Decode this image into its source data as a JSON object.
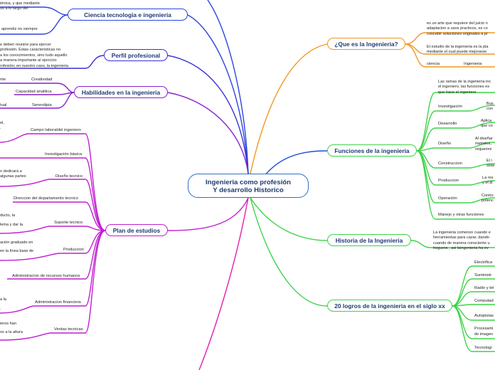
{
  "central": {
    "line1": "Ingenieria como profesión",
    "line2": "Y desarrollo Historico"
  },
  "left": {
    "ciencia": {
      "title": "Ciencia tecnologia e ingenieria",
      "text1": [
        "iénica, y que mediante",
        "os a lo largo del"
      ],
      "text2": "aprendiz no siempre"
    },
    "perfil": {
      "title": "Perfil profesional",
      "text": [
        "e deben reunine para ejercer",
        "profesión. Estas caracteristicas no",
        "a los conocimientos, sino todo aquello",
        "a manera importante al ejercicio",
        "rofesión; en nuestro caso, la ingenieria"
      ]
    },
    "habilidades": {
      "title": "Habilidades en la ingenieria",
      "items": [
        "Creatividad",
        "Capacidad analitica",
        "Serendipia"
      ],
      "side": [
        "nte",
        "tual"
      ]
    },
    "plan": {
      "title": "Plan de estudios",
      "items": [
        "Campo laboraldel ingeniero",
        "Investigación básica",
        "Diseño tecnico",
        "Direccion del departamento tecnico",
        "Soporte tecnico",
        "Produccion",
        "Administracion de recursos humanos",
        "Administracion financiera",
        "Ventas tecnicas"
      ],
      "frag_a": [
        "el,",
        "."
      ],
      "frag_b": [
        "n dedicará a",
        "algunas partes"
      ],
      "frag_c": [
        "ducto, la",
        "lema y dar la"
      ],
      "frag_d": [
        "ación graduado en",
        "en la línea base de"
      ],
      "frag_e": [
        "a la",
        "."
      ],
      "frag_f": [
        "ieros han",
        "os a la altura"
      ]
    }
  },
  "right": {
    "que_es": {
      "title": "¿Que es la Ingenieria?",
      "text1": [
        "es un arte que requiere del juicio n",
        "adaptacion a usos practicos, es co",
        "concebir soluciones originales a pr"
      ],
      "text2": [
        "El estudio de la ingenieria es la pla",
        "mediante el cual puede mejorarse"
      ],
      "row": [
        "ciencia",
        "Ingenieria"
      ]
    },
    "funciones": {
      "title": "Funciones de la ingenieria",
      "intro": [
        "Las ramas de la ingenieria inc",
        "el ingeniero, las funciones es",
        "que hace el ingeniero"
      ],
      "items": [
        {
          "name": "Investigación",
          "desc": [
            "Bus",
            "con"
          ]
        },
        {
          "name": "Desarrollo",
          "desc": [
            "Aplica",
            "que co"
          ]
        },
        {
          "name": "Diseño",
          "desc": [
            "Al diseñar",
            "metodos,",
            "requerimi"
          ]
        },
        {
          "name": "Construccion",
          "desc": [
            "El i",
            "siste"
          ]
        },
        {
          "name": "Produccion",
          "desc": [
            "La res",
            "y el di"
          ]
        },
        {
          "name": "Operación",
          "desc": [
            "Contro",
            "potenc"
          ]
        },
        {
          "name": "Manejo y otras funciones",
          "desc": []
        }
      ]
    },
    "historia": {
      "title": "Historia de la Ingenieria",
      "text": [
        "La ingenieria comenzo cuando e",
        "herramientas para cazar, dando",
        "cuando de manera consciente u",
        "hoguera , asi laingenieria ha ev"
      ]
    },
    "logros": {
      "title": "20 logros de la ingenieria en el siglo xx",
      "items": [
        "Electrifica",
        "Suministr",
        "Radio y tel",
        "Computad",
        "Autopistas",
        "Procesami\nde imagen",
        "Tecnologí"
      ]
    }
  },
  "colors": {
    "blue": "#2b45e0",
    "purple": "#8a1fcf",
    "magenta": "#d11fd3",
    "orange": "#f0961f",
    "green": "#3fd24a",
    "darkblue": "#0f1a9a"
  }
}
